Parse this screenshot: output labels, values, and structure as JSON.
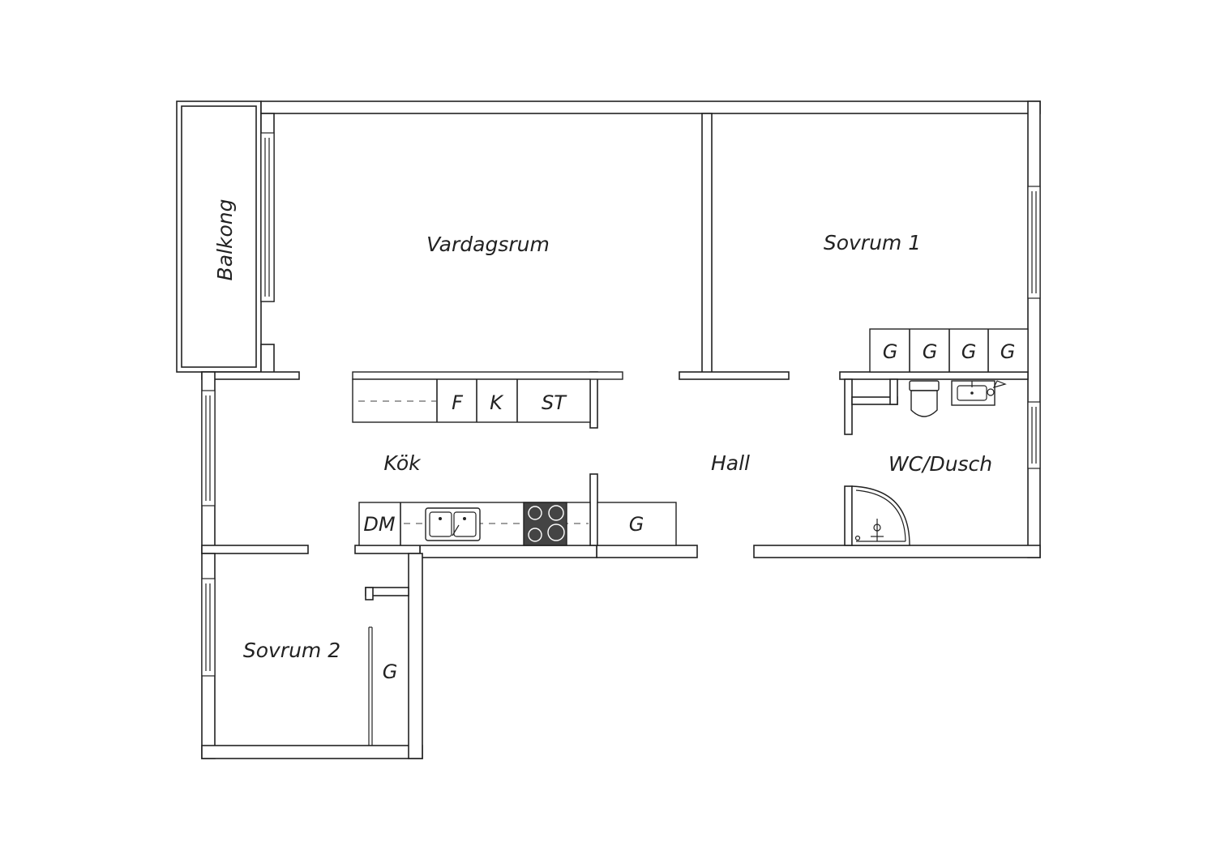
{
  "plan": {
    "rooms": {
      "balcony": "Balkong",
      "living_room": "Vardagsrum",
      "bedroom_1": "Sovrum 1",
      "kitchen": "Kök",
      "hall": "Hall",
      "bathroom": "WC/Dusch",
      "bedroom_2": "Sovrum 2"
    },
    "fixtures": {
      "fridge": "F",
      "freezer": "K",
      "storage": "ST",
      "dishwasher": "DM",
      "hall_wardrobe": "G",
      "bedroom2_wardrobe": "G",
      "bedroom1_wardrobes": [
        "G",
        "G",
        "G",
        "G"
      ]
    },
    "icons": [
      "sink-icon",
      "stove-icon",
      "toilet-icon",
      "washbasin-icon",
      "shower-icon"
    ],
    "colors": {
      "line": "#222222",
      "background": "#ffffff",
      "stove": "#444444"
    }
  }
}
